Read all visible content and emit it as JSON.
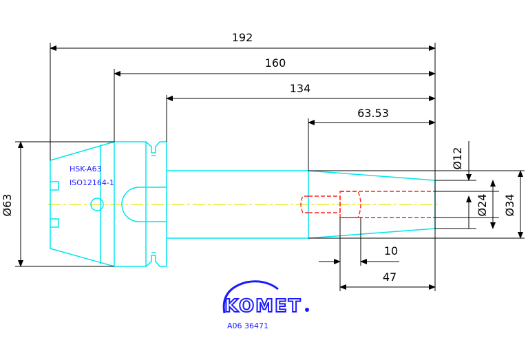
{
  "dimensions": {
    "overall_length": "192",
    "flange_length": "160",
    "shank_length": "134",
    "taper_length": "63.53",
    "diameter_63": "Ø63",
    "diameter_12": "Ø12",
    "diameter_24": "Ø24",
    "diameter_34": "Ø34",
    "bore_10": "10",
    "bore_47": "47"
  },
  "labels": {
    "interface": "HSK-A63",
    "standard": "ISO12164-1"
  },
  "logo": {
    "brand": "KOMET",
    "part_number": "A06 36471"
  },
  "colors": {
    "outline": "#00e5ee",
    "centerline": "#e6e600",
    "hidden_bore": "#ff2020",
    "dimension": "#000000",
    "brand": "#1a1aff"
  }
}
